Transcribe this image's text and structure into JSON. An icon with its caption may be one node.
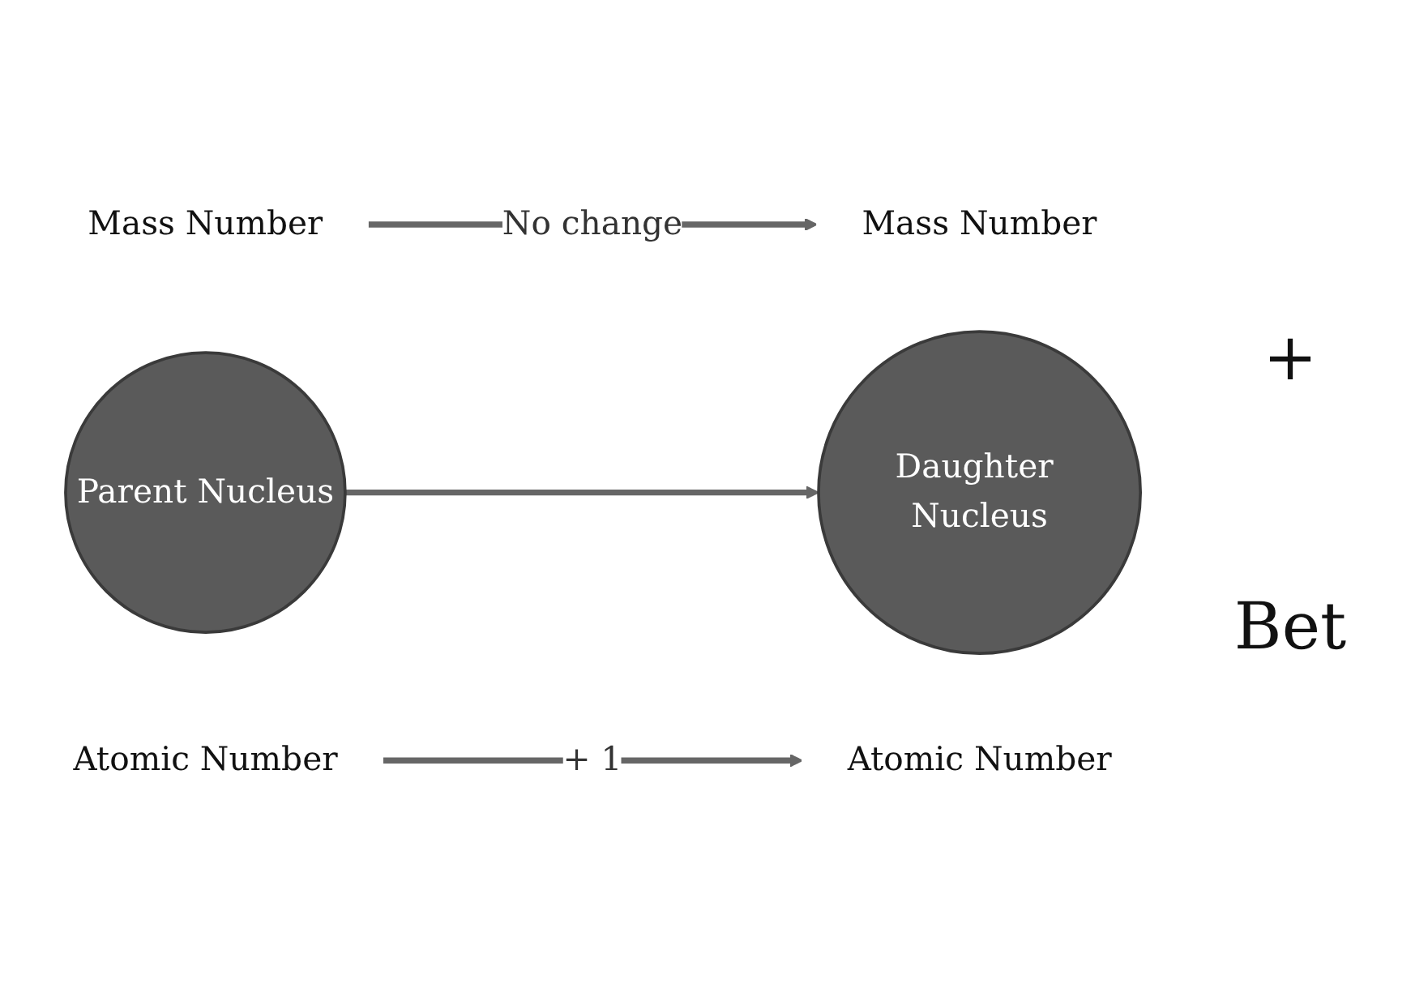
{
  "diagram": {
    "nodes": [
      {
        "text": [
          "Mass Number"
        ]
      },
      {
        "text": [
          "Mass Number"
        ]
      },
      {
        "text": [
          "Parent Nucleus"
        ]
      },
      {
        "text": [
          "Daughter Nucleus"
        ]
      },
      {
        "text": [
          "Atomic Number"
        ]
      },
      {
        "text": [
          "Atomic Number"
        ]
      }
    ],
    "edges": [
      {
        "from": 0,
        "to": 1,
        "arrow": "to",
        "label": "No change"
      },
      {
        "from": 2,
        "to": 3,
        "arrow": "to"
      },
      {
        "from": 4,
        "to": 5,
        "arrow": "to",
        "label": "+ 1"
      }
    ],
    "labels": [
      "+",
      "Bet"
    ]
  }
}
